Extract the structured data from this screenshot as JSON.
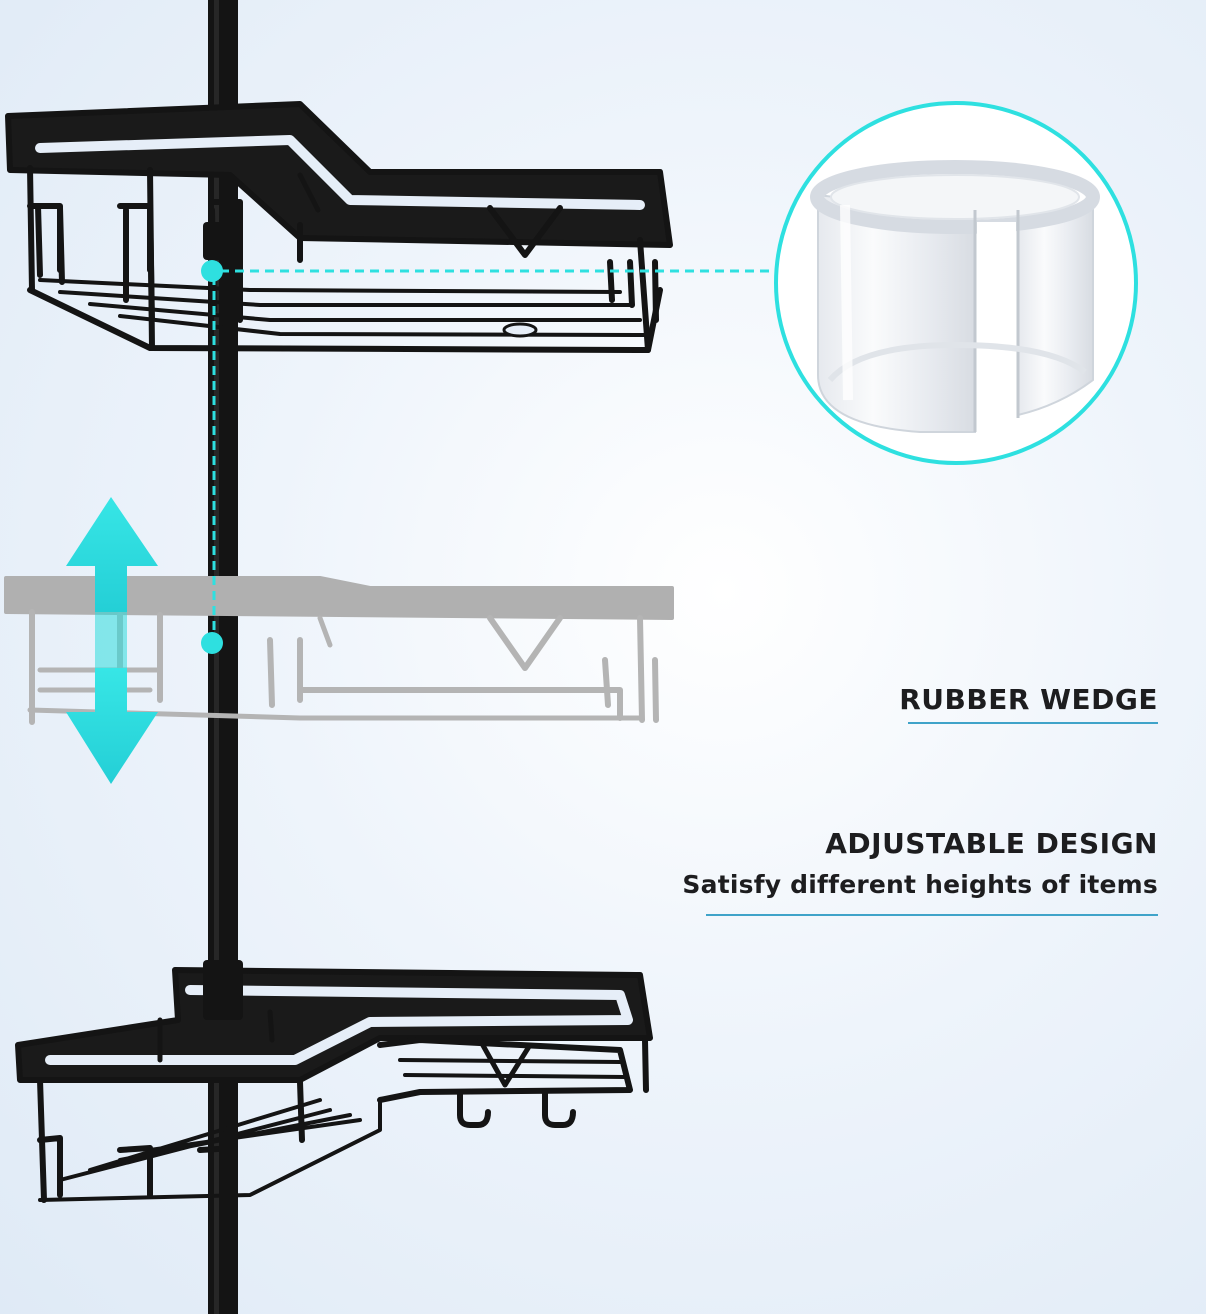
{
  "labels": {
    "rubber_wedge": "RUBBER WEDGE",
    "adjustable_title": "ADJUSTABLE DESIGN",
    "adjustable_subtitle": "Satisfy different heights of items"
  },
  "colors": {
    "accent": "#2ee0e0",
    "metal": "#141414",
    "ghost_shelf": "#b4b4b4",
    "rule": "#3fa3c9",
    "background": "#e6eef8"
  },
  "icons": {
    "adjust_arrow": "double-vertical-arrow",
    "zoom": "magnifier-circle"
  }
}
